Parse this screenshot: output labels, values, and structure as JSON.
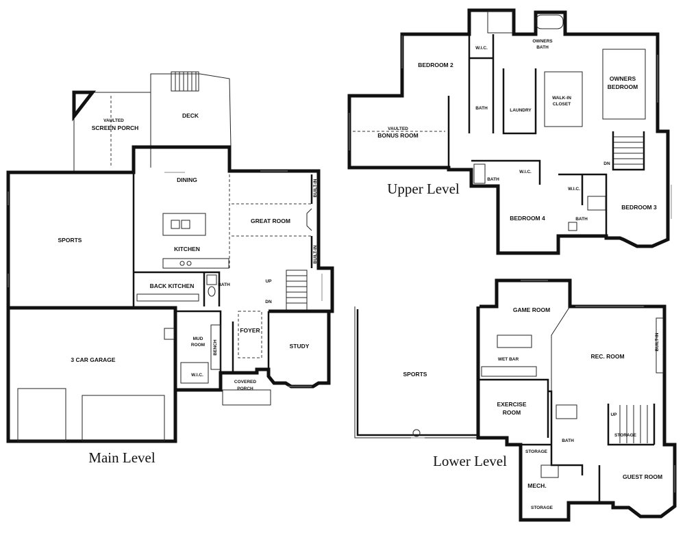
{
  "levels": {
    "main": "Main Level",
    "upper": "Upper Level",
    "lower": "Lower Level"
  },
  "main_rooms": {
    "vaulted_a": "VAULTED",
    "screen_porch": "SCREEN PORCH",
    "deck": "DECK",
    "dining": "DINING",
    "sports": "SPORTS",
    "built_in_1": "BUILT-IN",
    "great_room": "GREAT ROOM",
    "kitchen": "KITCHEN",
    "built_in_2": "BUILT-IN",
    "back_kitchen": "BACK KITCHEN",
    "bath": "BATH",
    "up": "UP",
    "dn": "DN",
    "garage": "3 CAR GARAGE",
    "mud_room_1": "MUD",
    "mud_room_2": "ROOM",
    "bench": "BENCH",
    "foyer": "FOYER",
    "study": "STUDY",
    "wic": "W.I.C.",
    "covered_1": "COVERED",
    "covered_2": "PORCH"
  },
  "upper_rooms": {
    "wic_1": "W.I.C.",
    "owners_bath_1": "OWNERS",
    "owners_bath_2": "BATH",
    "bedroom_2": "BEDROOM 2",
    "owners_bedroom_1": "OWNERS",
    "owners_bedroom_2": "BEDROOM",
    "walkin_1": "WALK-IN",
    "walkin_2": "CLOSET",
    "bath_1": "BATH",
    "laundry": "LAUNDRY",
    "vaulted_b": "VAULTED",
    "bonus_room": "BONUS ROOM",
    "dn": "DN",
    "bath_2": "BATH",
    "wic_2": "W.I.C.",
    "wic_3": "W.I.C.",
    "bedroom_3": "BEDROOM 3",
    "bedroom_4": "BEDROOM 4",
    "bath_3": "BATH"
  },
  "lower_rooms": {
    "game_room": "GAME ROOM",
    "sports": "SPORTS",
    "rec_room": "REC. ROOM",
    "built_in": "BUILT-IN",
    "wet_bar": "WET BAR",
    "exercise_1": "EXERCISE",
    "exercise_2": "ROOM",
    "up": "UP",
    "storage_1": "STORAGE",
    "bath": "BATH",
    "storage_2": "STORAGE",
    "guest_room": "GUEST ROOM",
    "mech": "MECH.",
    "storage_3": "STORAGE"
  }
}
